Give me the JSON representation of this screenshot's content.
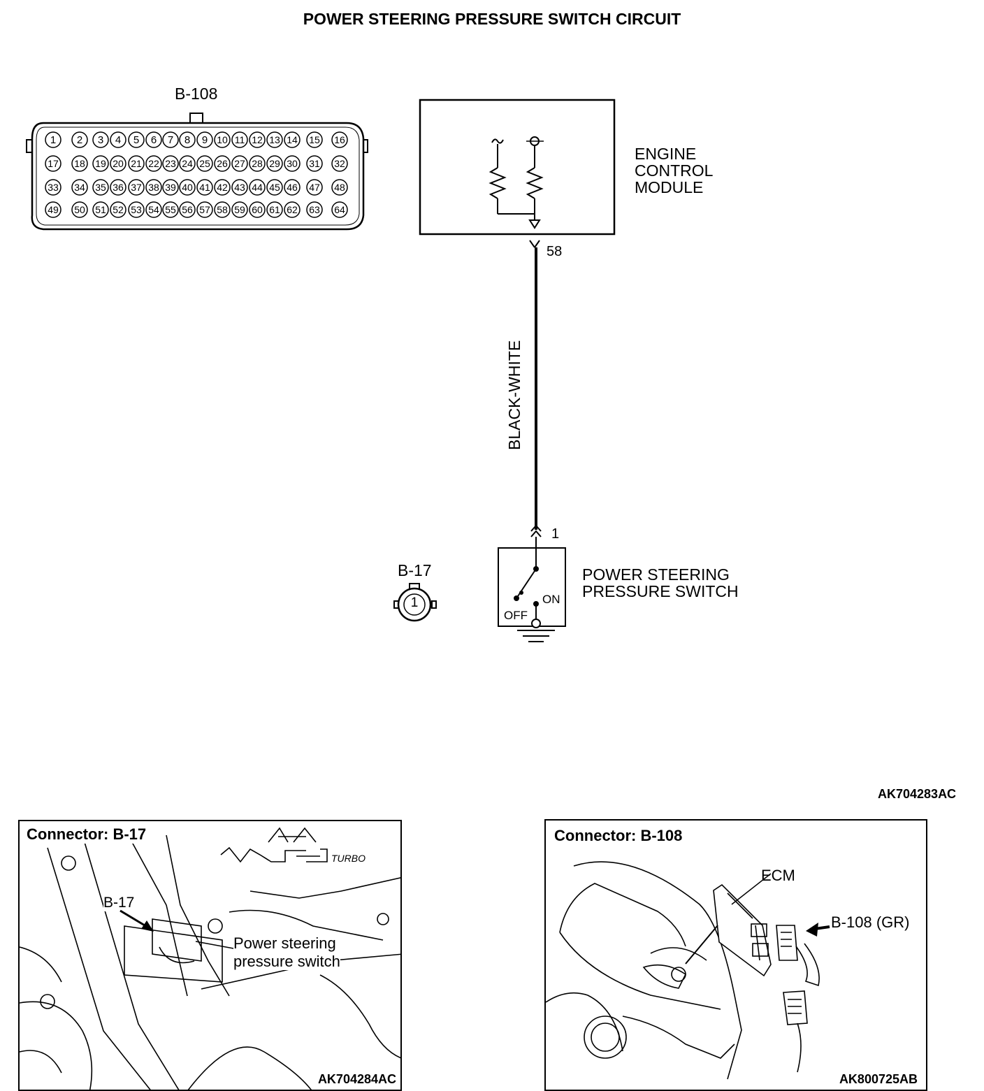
{
  "title": "POWER STEERING PRESSURE SWITCH CIRCUIT",
  "connector_b108": {
    "label": "B-108",
    "pins_row1": [
      "1",
      "2",
      "3",
      "4",
      "5",
      "6",
      "7",
      "8",
      "9",
      "10",
      "11",
      "12",
      "13",
      "14",
      "15",
      "16"
    ],
    "pins_row2": [
      "17",
      "18",
      "19",
      "20",
      "21",
      "22",
      "23",
      "24",
      "25",
      "26",
      "27",
      "28",
      "29",
      "30",
      "31",
      "32"
    ],
    "pins_row3": [
      "33",
      "34",
      "35",
      "36",
      "37",
      "38",
      "39",
      "40",
      "41",
      "42",
      "43",
      "44",
      "45",
      "46",
      "47",
      "48"
    ],
    "pins_row4": [
      "49",
      "50",
      "51",
      "52",
      "53",
      "54",
      "55",
      "56",
      "57",
      "58",
      "59",
      "60",
      "61",
      "62",
      "63",
      "64"
    ]
  },
  "ecm": {
    "line1": "ENGINE",
    "line2": "CONTROL",
    "line3": "MODULE",
    "terminal": "58"
  },
  "wire": {
    "color_label": "BLACK-WHITE"
  },
  "switch": {
    "line1": "POWER STEERING",
    "line2": "PRESSURE SWITCH",
    "terminal": "1",
    "on_label": "ON",
    "off_label": "OFF"
  },
  "connector_b17": {
    "label": "B-17",
    "pin": "1"
  },
  "diagram_code": "AK704283AC",
  "panel_left": {
    "title": "Connector: B-17",
    "callout_connector": "B-17",
    "callout_line1": "Power steering",
    "callout_line2": "pressure switch",
    "code": "AK704284AC"
  },
  "panel_right": {
    "title": "Connector: B-108",
    "callout_ecm": "ECM",
    "callout_connector": "B-108 (GR)",
    "code": "AK800725AB"
  }
}
